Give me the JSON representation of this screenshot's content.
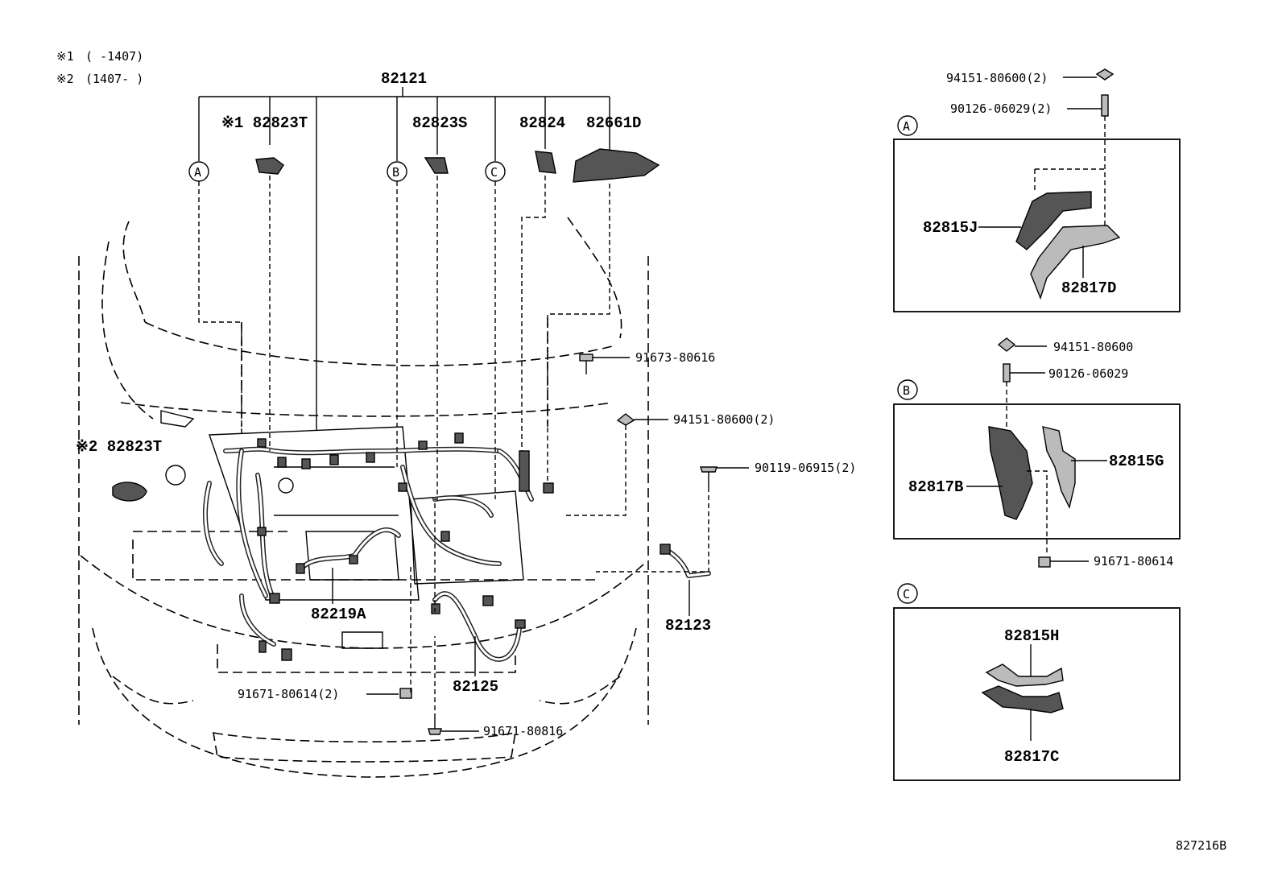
{
  "notes": [
    {
      "mark": "※1",
      "range": "(       -1407)"
    },
    {
      "mark": "※2",
      "range": "(1407-       )"
    }
  ],
  "callouts": {
    "A": "A",
    "B": "B",
    "C": "C"
  },
  "main_parts": {
    "p82121": "82121",
    "p82823T_top": "※1 82823T",
    "p82823S": "82823S",
    "p82824": "82824",
    "p82661D": "82661D",
    "p82823T_left": "※2 82823T",
    "p82219A": "82219A",
    "p82123": "82123",
    "p82125": "82125",
    "f91673": "91673-80616",
    "f94151_2": "94151-80600(2)",
    "f90119": "90119-06915(2)",
    "f91671_614": "91671-80614(2)",
    "f91671_816": "91671-80816"
  },
  "detail_a": {
    "label": "A",
    "f94151": "94151-80600(2)",
    "f90126": "90126-06029(2)",
    "p82815J": "82815J",
    "p82817D": "82817D"
  },
  "detail_b": {
    "label": "B",
    "f94151": "94151-80600",
    "f90126": "90126-06029",
    "p82817B": "82817B",
    "p82815G": "82815G",
    "f91671": "91671-80614"
  },
  "detail_c": {
    "label": "C",
    "p82815H": "82815H",
    "p82817C": "82817C"
  },
  "diagram_id": "827216B"
}
